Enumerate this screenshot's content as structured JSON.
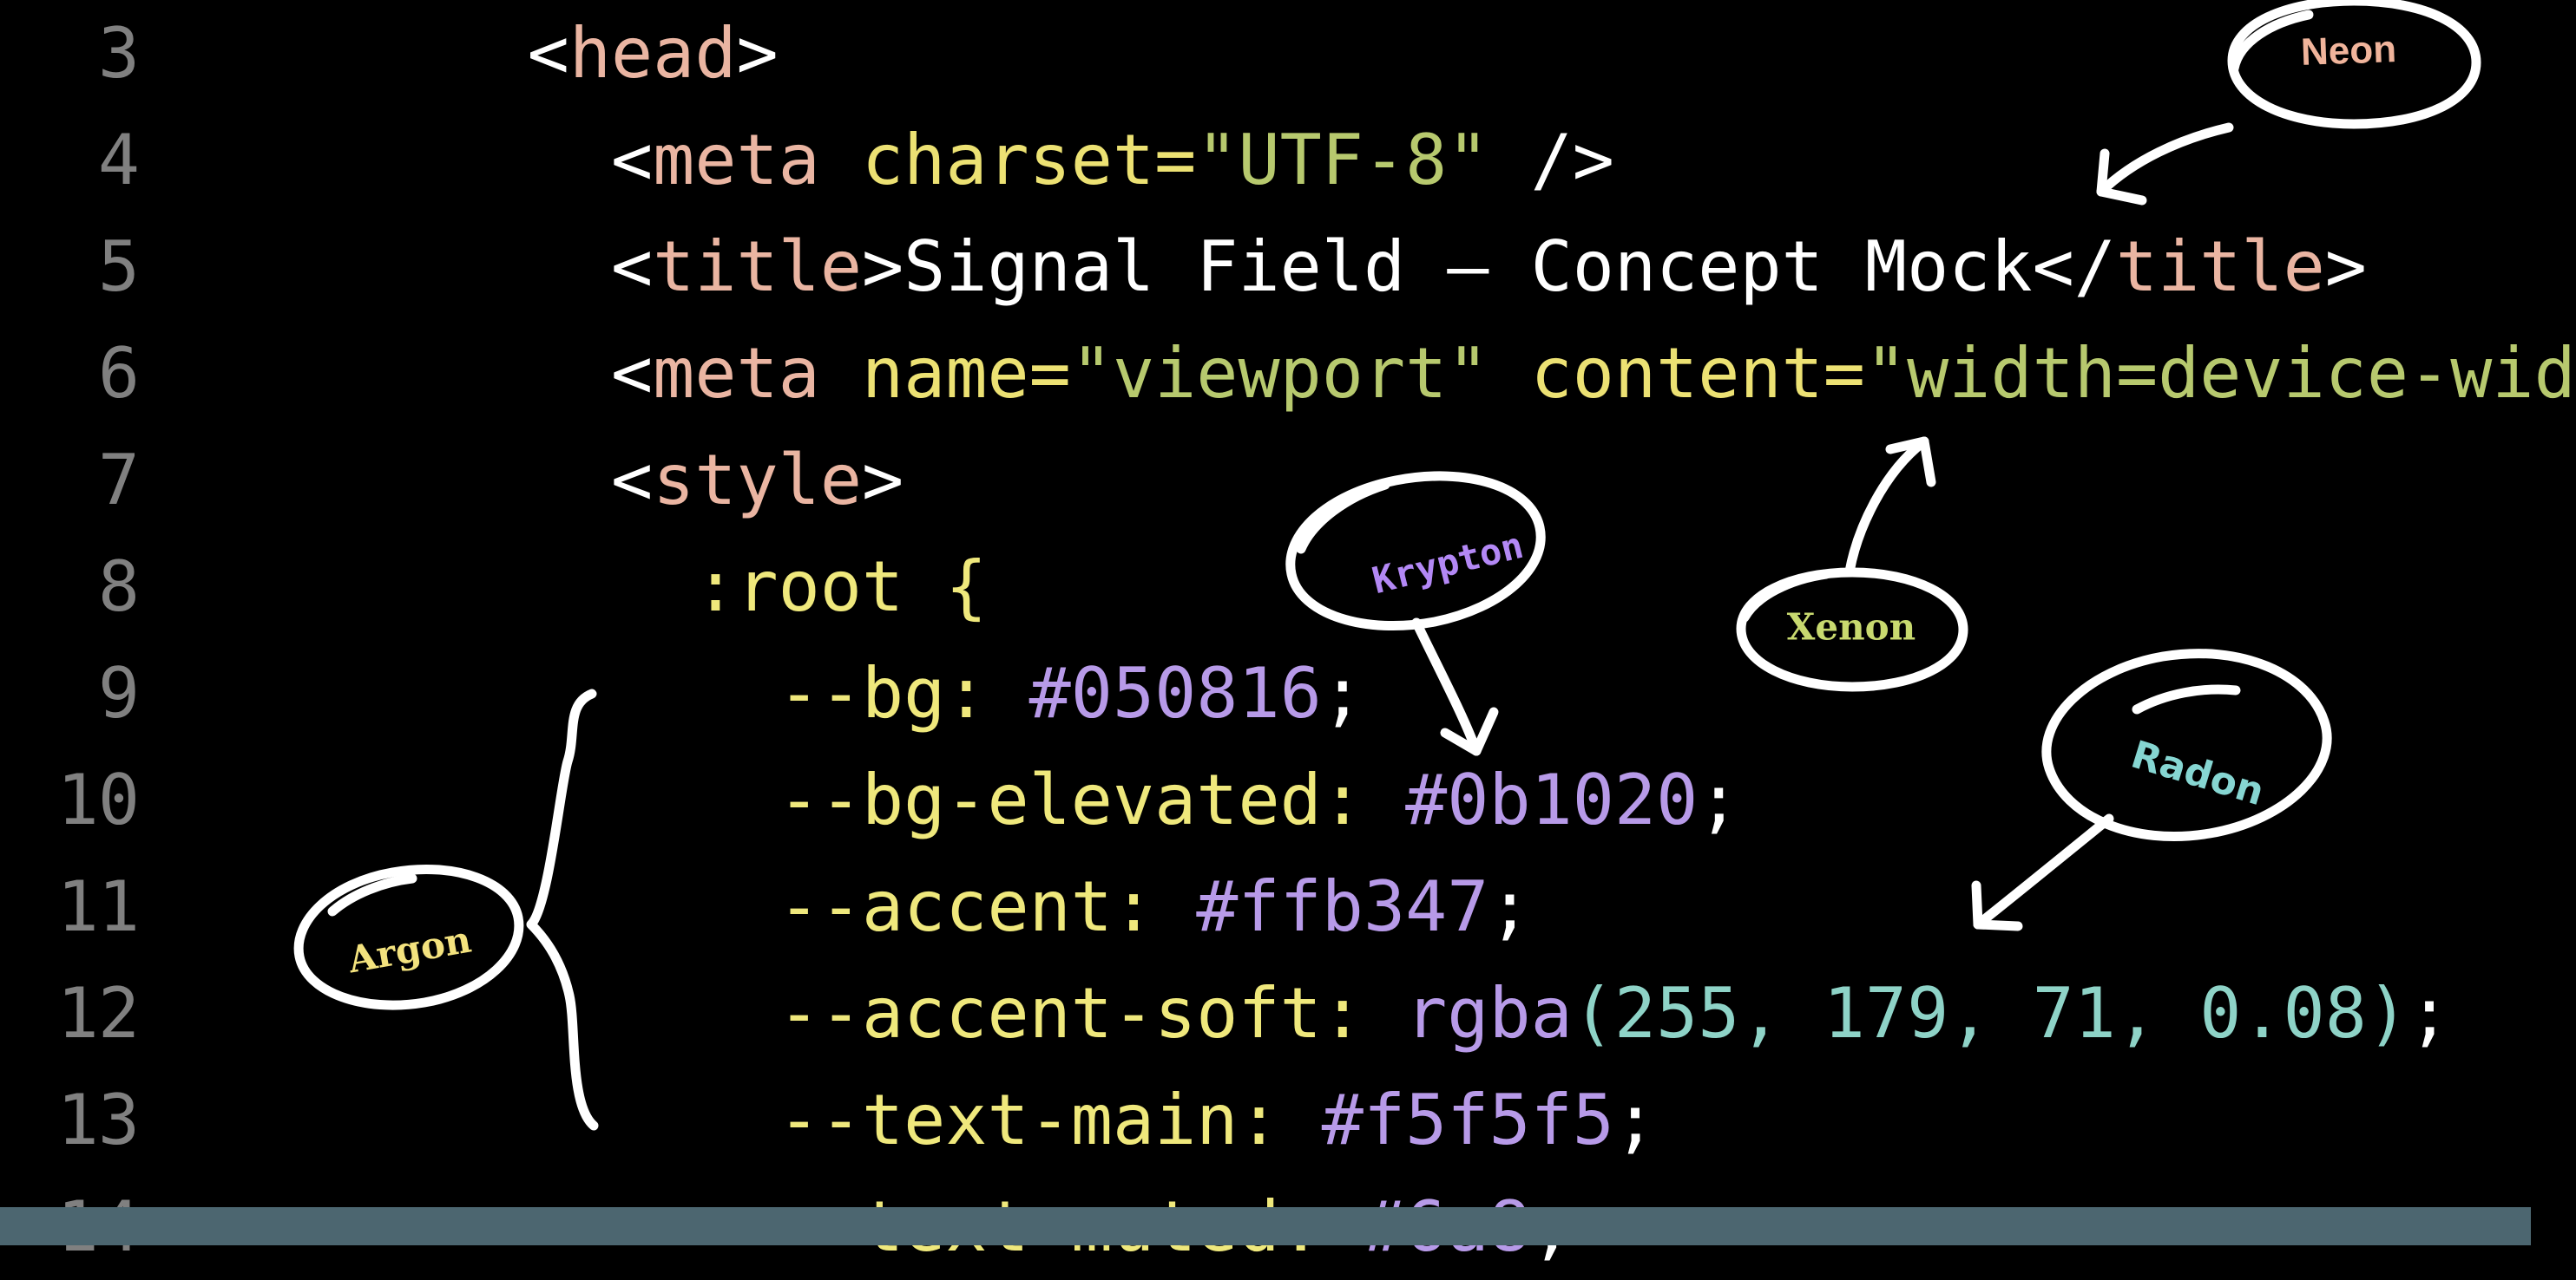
{
  "editor": {
    "background": "#000000",
    "gutter_color": "#808080",
    "status_bar_color": "#4c6670",
    "lines": [
      {
        "number": "3",
        "tokens": [
          {
            "t": "punct",
            "s": "    <"
          },
          {
            "t": "tag",
            "s": "head"
          },
          {
            "t": "punct",
            "s": ">"
          }
        ]
      },
      {
        "number": "4",
        "tokens": [
          {
            "t": "punct",
            "s": "      <"
          },
          {
            "t": "tag",
            "s": "meta"
          },
          {
            "t": "text",
            "s": " "
          },
          {
            "t": "attr",
            "s": "charset"
          },
          {
            "t": "attr",
            "s": "="
          },
          {
            "t": "string",
            "s": "\"UTF-8\""
          },
          {
            "t": "punct",
            "s": " />"
          }
        ]
      },
      {
        "number": "5",
        "tokens": [
          {
            "t": "punct",
            "s": "      <"
          },
          {
            "t": "tag",
            "s": "title"
          },
          {
            "t": "punct",
            "s": ">"
          },
          {
            "t": "text",
            "s": "Signal Field — Concept Mock"
          },
          {
            "t": "punct",
            "s": "</"
          },
          {
            "t": "tag",
            "s": "title"
          },
          {
            "t": "punct",
            "s": ">"
          }
        ]
      },
      {
        "number": "6",
        "tokens": [
          {
            "t": "punct",
            "s": "      <"
          },
          {
            "t": "tag",
            "s": "meta"
          },
          {
            "t": "text",
            "s": " "
          },
          {
            "t": "attr",
            "s": "name"
          },
          {
            "t": "attr",
            "s": "="
          },
          {
            "t": "string",
            "s": "\"viewport\""
          },
          {
            "t": "text",
            "s": " "
          },
          {
            "t": "attr",
            "s": "content"
          },
          {
            "t": "attr",
            "s": "="
          },
          {
            "t": "string",
            "s": "\"width=device-wid"
          }
        ]
      },
      {
        "number": "7",
        "tokens": [
          {
            "t": "punct",
            "s": "      <"
          },
          {
            "t": "tag",
            "s": "style"
          },
          {
            "t": "punct",
            "s": ">"
          }
        ]
      },
      {
        "number": "8",
        "tokens": [
          {
            "t": "prop",
            "s": "        :root {"
          }
        ]
      },
      {
        "number": "9",
        "tokens": [
          {
            "t": "prop",
            "s": "          --bg: "
          },
          {
            "t": "hex",
            "s": "#050816"
          },
          {
            "t": "punct",
            "s": ";"
          }
        ]
      },
      {
        "number": "10",
        "tokens": [
          {
            "t": "prop",
            "s": "          --bg-elevated: "
          },
          {
            "t": "hex",
            "s": "#0b1020"
          },
          {
            "t": "punct",
            "s": ";"
          }
        ]
      },
      {
        "number": "11",
        "tokens": [
          {
            "t": "prop",
            "s": "          --accent: "
          },
          {
            "t": "hex",
            "s": "#ffb347"
          },
          {
            "t": "punct",
            "s": ";"
          }
        ]
      },
      {
        "number": "12",
        "tokens": [
          {
            "t": "prop",
            "s": "          --accent-soft: "
          },
          {
            "t": "fn",
            "s": "rgba"
          },
          {
            "t": "num",
            "s": "(255, 179, 71, 0.08)"
          },
          {
            "t": "punct",
            "s": ";"
          }
        ]
      },
      {
        "number": "13",
        "tokens": [
          {
            "t": "prop",
            "s": "          --text-main: "
          },
          {
            "t": "hex",
            "s": "#f5f5f5"
          },
          {
            "t": "punct",
            "s": ";"
          }
        ]
      },
      {
        "number": "14",
        "tokens": [
          {
            "t": "prop",
            "s": "          --text-muted: "
          },
          {
            "t": "hex",
            "s": "#6a8"
          },
          {
            "t": "punct",
            "s": ";"
          }
        ]
      }
    ]
  },
  "annotations": [
    {
      "id": "neon",
      "label": "Neon",
      "color": "#f0b49b"
    },
    {
      "id": "krypton",
      "label": "Krypton",
      "color": "#b388f5"
    },
    {
      "id": "xenon",
      "label": "Xenon",
      "color": "#c8d96f"
    },
    {
      "id": "radon",
      "label": "Radon",
      "color": "#86d6d2"
    },
    {
      "id": "argon",
      "label": "Argon",
      "color": "#f3e27e"
    }
  ]
}
